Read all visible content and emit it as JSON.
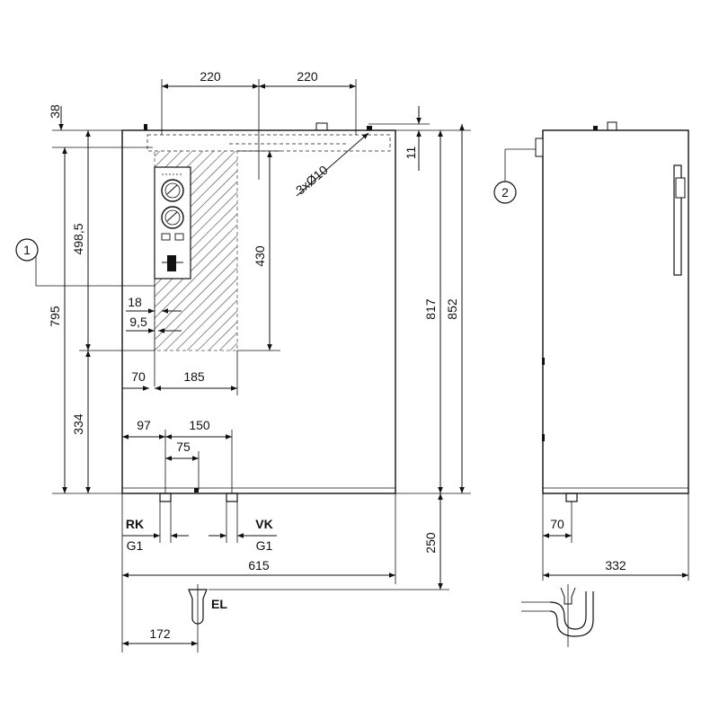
{
  "front_view": {
    "dimensions": {
      "top_left_220": "220",
      "top_right_220": "220",
      "top_offset_38": "38",
      "right_top_11": "11",
      "holes": "3xØ10",
      "depth_430": "430",
      "height_498_5": "498,5",
      "height_795": "795",
      "height_334": "334",
      "offset_18": "18",
      "offset_9_5": "9,5",
      "offset_70": "70",
      "width_185": "185",
      "offset_97": "97",
      "width_150": "150",
      "width_75": "75",
      "height_817": "817",
      "height_852": "852",
      "bottom_250": "250",
      "total_width_615": "615",
      "drain_offset_172": "172"
    },
    "connections": {
      "return_label": "RK",
      "return_thread": "G1",
      "flow_label": "VK",
      "flow_thread": "G1",
      "drain_label": "EL"
    },
    "callout_1": "1"
  },
  "side_view": {
    "dimensions": {
      "offset_70": "70",
      "depth_332": "332"
    },
    "callout_2": "2"
  }
}
